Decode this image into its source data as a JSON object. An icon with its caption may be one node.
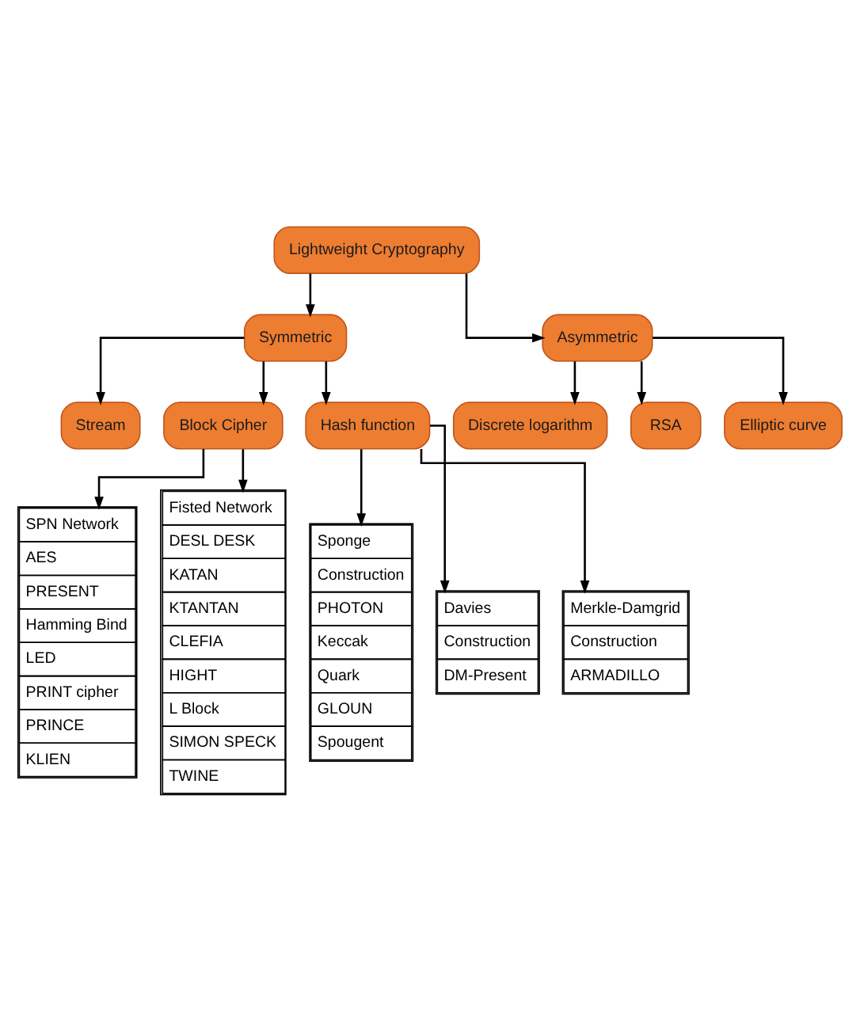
{
  "diagram": {
    "nodes": [
      {
        "text": [
          "Lightweight Cryptography"
        ]
      },
      {
        "text": [
          "Symmetric"
        ]
      },
      {
        "text": [
          "Asymmetric"
        ]
      },
      {
        "text": [
          "Stream"
        ]
      },
      {
        "text": [
          "Block Cipher"
        ]
      },
      {
        "text": [
          "Hash function"
        ]
      },
      {
        "text": [
          "Discrete logarithm"
        ]
      },
      {
        "text": [
          "RSA"
        ]
      },
      {
        "text": [
          "Elliptic curve"
        ]
      },
      {
        "text": [
          "SPN Network",
          "AES",
          "PRESENT",
          "Hamming Bind",
          "LED",
          "PRINT cipher",
          "PRINCE",
          "KLIEN"
        ]
      },
      {
        "text": [
          "Fisted Network",
          "DESL DESK",
          "KATAN",
          "KTANTAN",
          "CLEFIA",
          "HIGHT",
          "L Block",
          "SIMON SPECK",
          "TWINE"
        ]
      },
      {
        "text": [
          "Sponge",
          "Construction",
          "PHOTON",
          "Keccak",
          "Quark",
          "GLOUN",
          "Spougent"
        ]
      },
      {
        "text": [
          "Davies",
          "Construction",
          "DM-Present"
        ]
      },
      {
        "text": [
          "Merkle-Damgrid",
          "Construction",
          "ARMADILLO"
        ]
      }
    ],
    "edges": [
      {
        "from": 0,
        "to": 1,
        "arrow": "to"
      },
      {
        "from": 0,
        "to": 2,
        "arrow": "to"
      },
      {
        "from": 1,
        "to": 3,
        "arrow": "to"
      },
      {
        "from": 1,
        "to": 4,
        "arrow": "to"
      },
      {
        "from": 1,
        "to": 5,
        "arrow": "to"
      },
      {
        "from": 2,
        "to": 6,
        "arrow": "to"
      },
      {
        "from": 2,
        "to": 7,
        "arrow": "to"
      },
      {
        "from": 2,
        "to": 8,
        "arrow": "to"
      },
      {
        "from": 4,
        "to": 9,
        "arrow": "to"
      },
      {
        "from": 4,
        "to": 10,
        "arrow": "to"
      },
      {
        "from": 5,
        "to": 11,
        "arrow": "to"
      },
      {
        "from": 5,
        "to": 12,
        "arrow": "to"
      },
      {
        "from": 5,
        "to": 13,
        "arrow": "to"
      }
    ]
  }
}
